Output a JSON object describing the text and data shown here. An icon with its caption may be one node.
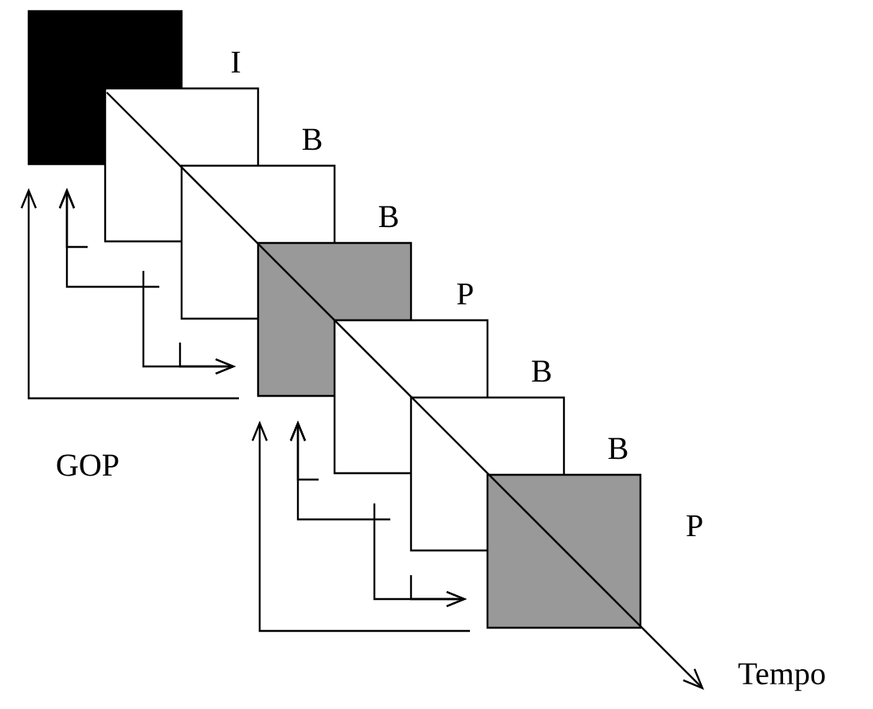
{
  "diagram": {
    "nodes": [
      {
        "text": [
          "I"
        ]
      },
      {
        "text": [
          "B"
        ]
      },
      {
        "text": [
          "B"
        ]
      },
      {
        "text": [
          "P"
        ]
      },
      {
        "text": [
          "B"
        ]
      },
      {
        "text": [
          "B"
        ]
      },
      {
        "text": [
          "P"
        ]
      }
    ],
    "edges": [
      {
        "from": 3,
        "to": 0,
        "arrow": "to"
      },
      {
        "from": 1,
        "to": 0,
        "arrow": "to"
      },
      {
        "from": 2,
        "to": 0,
        "arrow": "to"
      },
      {
        "from": 1,
        "to": 3,
        "arrow": "to"
      },
      {
        "from": 2,
        "to": 3,
        "arrow": "to"
      },
      {
        "from": 6,
        "to": 3,
        "arrow": "to"
      },
      {
        "from": 4,
        "to": 3,
        "arrow": "to"
      },
      {
        "from": 5,
        "to": 3,
        "arrow": "to"
      },
      {
        "from": 4,
        "to": 6,
        "arrow": "to"
      },
      {
        "from": 5,
        "to": 6,
        "arrow": "to"
      }
    ],
    "labels": [
      "GOP",
      "Tempo"
    ]
  }
}
